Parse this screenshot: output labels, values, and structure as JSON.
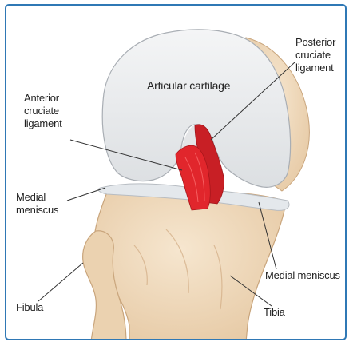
{
  "labels": {
    "articular_cartilage": "Articular cartilage",
    "posterior_cruciate_ligament": [
      "Posterior",
      "cruciate",
      "ligament"
    ],
    "anterior_cruciate_ligament": [
      "Anterior",
      "cruciate",
      "ligament"
    ],
    "medial_meniscus_left": [
      "Medial",
      "meniscus"
    ],
    "medial_meniscus_right": "Medial meniscus",
    "fibula": "Fibula",
    "tibia": "Tibia"
  },
  "colors": {
    "border": "#2f78b5",
    "cartilage": "#e9ebed",
    "bone": "#f1dcc0",
    "bone_shadow": "#e0bf98",
    "ligament": "#d8262b",
    "leader_line": "#333333"
  }
}
